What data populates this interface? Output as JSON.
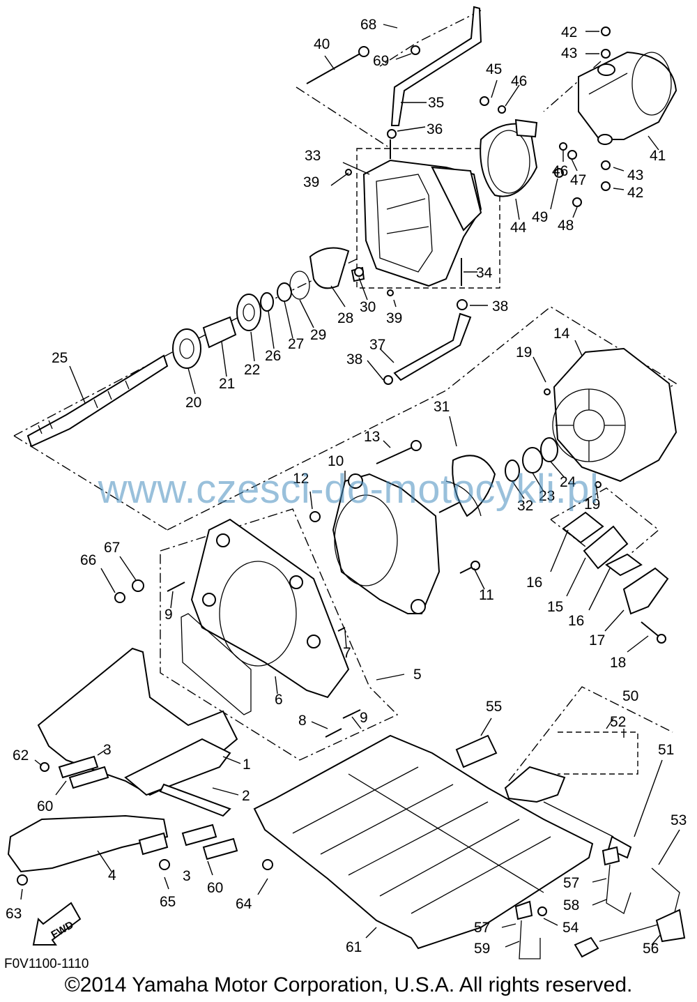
{
  "watermark": "www.czesci-do-motocykli.pl",
  "figure_code": "F0V1100-1110",
  "copyright": "©2014 Yamaha Motor Corporation, U.S.A. All rights reserved.",
  "fwd_label": "FWD",
  "callouts": [
    "1",
    "2",
    "3",
    "3",
    "4",
    "5",
    "6",
    "7",
    "8",
    "9",
    "9",
    "10",
    "11",
    "12",
    "13",
    "14",
    "15",
    "16",
    "16",
    "17",
    "18",
    "19",
    "19",
    "20",
    "21",
    "22",
    "23",
    "24",
    "25",
    "26",
    "27",
    "28",
    "29",
    "30",
    "31",
    "32",
    "33",
    "34",
    "35",
    "36",
    "37",
    "38",
    "38",
    "39",
    "39",
    "40",
    "41",
    "42",
    "42",
    "43",
    "43",
    "44",
    "45",
    "46",
    "46",
    "47",
    "48",
    "49",
    "50",
    "51",
    "52",
    "53",
    "54",
    "55",
    "56",
    "57",
    "57",
    "58",
    "59",
    "60",
    "60",
    "61",
    "62",
    "63",
    "64",
    "65",
    "66",
    "67",
    "68",
    "69"
  ]
}
